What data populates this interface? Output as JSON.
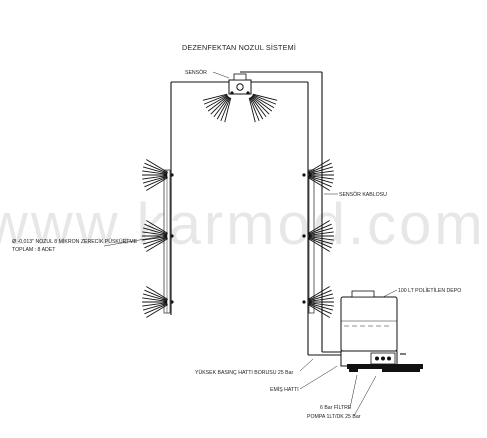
{
  "diagram": {
    "title": "DEZENFEKTAN NOZUL SİSTEMİ",
    "labels": {
      "sensor": "SENSÖR",
      "sensor_cable": "SENSÖR KABLOSU",
      "nozzle_line1": "Ø -0,013\" NOZUL 8 MİKRON ZERECİK PÜSKÜRTME",
      "nozzle_line2": "TOPLAM : 8 ADET",
      "tank": "100 LT POLİETİLEN DEPO",
      "high_pressure": "YÜKSEK BASINÇ HATTI BORUSU 25 Bar",
      "suction": "EMİŞ HATTI",
      "filter": "6 Bar FİLTRE",
      "pump": "POMPA 1LT/DK 25 Bar"
    },
    "watermark": "www.karmod.com"
  }
}
